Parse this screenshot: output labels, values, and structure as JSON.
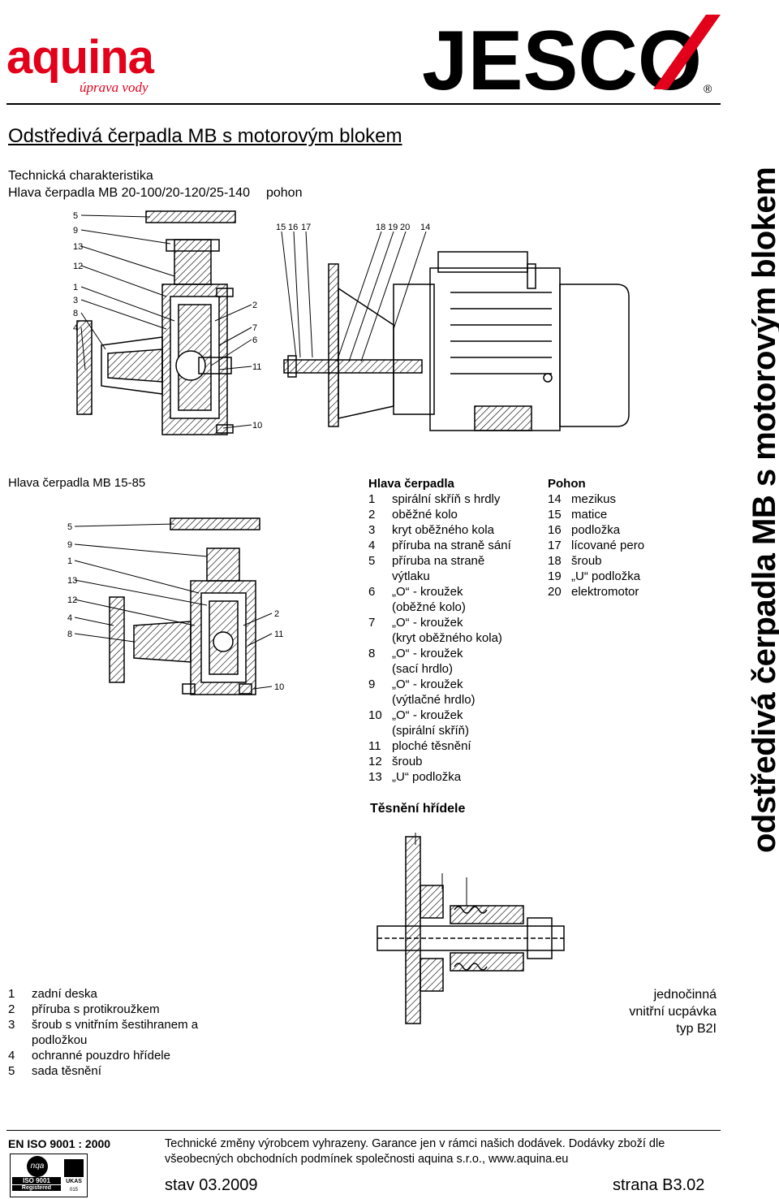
{
  "header": {
    "logo_left": "aquina",
    "logo_left_sub": "úprava vody",
    "logo_right": "JESCO",
    "registered_mark": "®"
  },
  "title": "Odstředivá čerpadla MB s motorovým blokem",
  "subtitle_1": "Technická charakteristika",
  "subtitle_2": "Hlava čerpadla MB 20-100/20-120/25-140",
  "subtitle_2_pohon": "pohon",
  "diagram1_labels": [
    "5",
    "9",
    "13",
    "12",
    "1",
    "3",
    "8",
    "4",
    "2",
    "7",
    "6",
    "11",
    "10",
    "15",
    "16",
    "17",
    "18",
    "19",
    "20",
    "14"
  ],
  "diagram2_title": "Hlava čerpadla MB 15-85",
  "diagram2_labels": [
    "5",
    "9",
    "1",
    "13",
    "12",
    "4",
    "8",
    "2",
    "11",
    "10"
  ],
  "hlava": {
    "heading": "Hlava čerpadla",
    "items": [
      {
        "num": "1",
        "text": "spirální skříň s hrdly"
      },
      {
        "num": "2",
        "text": "oběžné kolo"
      },
      {
        "num": "3",
        "text": "kryt oběžného kola"
      },
      {
        "num": "4",
        "text": "příruba na straně sání"
      },
      {
        "num": "5",
        "text": "příruba na straně"
      },
      {
        "num": "",
        "text": "výtlaku"
      },
      {
        "num": "6",
        "text": "„O“ - kroužek"
      },
      {
        "num": "",
        "text": "(oběžné kolo)"
      },
      {
        "num": "7",
        "text": "„O“ - kroužek"
      },
      {
        "num": "",
        "text": "(kryt oběžného kola)"
      },
      {
        "num": "8",
        "text": "„O“ - kroužek"
      },
      {
        "num": "",
        "text": "(sací hrdlo)"
      },
      {
        "num": "9",
        "text": "„O“ - kroužek"
      },
      {
        "num": "",
        "text": "(výtlačné hrdlo)"
      },
      {
        "num": "10",
        "text": "„O“ - kroužek"
      },
      {
        "num": "",
        "text": "(spirální skříň)"
      },
      {
        "num": "11",
        "text": "ploché těsnění"
      },
      {
        "num": "12",
        "text": "šroub"
      },
      {
        "num": "13",
        "text": "„U“ podložka"
      }
    ]
  },
  "pohon": {
    "heading": "Pohon",
    "items": [
      {
        "num": "14",
        "text": "mezikus"
      },
      {
        "num": "15",
        "text": "matice"
      },
      {
        "num": "16",
        "text": "podložka"
      },
      {
        "num": "17",
        "text": "lícované pero"
      },
      {
        "num": "18",
        "text": "šroub"
      },
      {
        "num": "19",
        "text": "„U“ podložka"
      },
      {
        "num": "20",
        "text": "elektromotor"
      }
    ]
  },
  "tesneni": {
    "heading": "Těsnění hřídele",
    "items": [
      {
        "num": "1",
        "text": "zadní deska"
      },
      {
        "num": "2",
        "text": "příruba s protikroužkem"
      },
      {
        "num": "3",
        "text": "šroub s vnitřním šestihranem a"
      },
      {
        "num": "",
        "text": "podložkou"
      },
      {
        "num": "4",
        "text": "ochranné pouzdro hřídele"
      },
      {
        "num": "5",
        "text": "sada těsnění"
      }
    ],
    "right_1": "jednočinná",
    "right_2": "vnitřní ucpávka",
    "right_3": "typ B2I"
  },
  "side_text": "odstředivá čerpadla MB s motorovým blokem",
  "footer": {
    "iso": "EN ISO 9001 : 2000",
    "badge_1": "nqa",
    "badge_2": "ISO 9001",
    "badge_3": "Registered",
    "badge_4": "UKAS",
    "badge_5": "015",
    "note_1": "Technické změny výrobcem vyhrazeny. Garance jen v rámci našich dodávek. Dodávky zboží dle",
    "note_2": "všeobecných obchodních podmínek společnosti aquina s.r.o., www.aquina.eu",
    "stav": "stav 03.2009",
    "strana": "strana B3.02"
  }
}
